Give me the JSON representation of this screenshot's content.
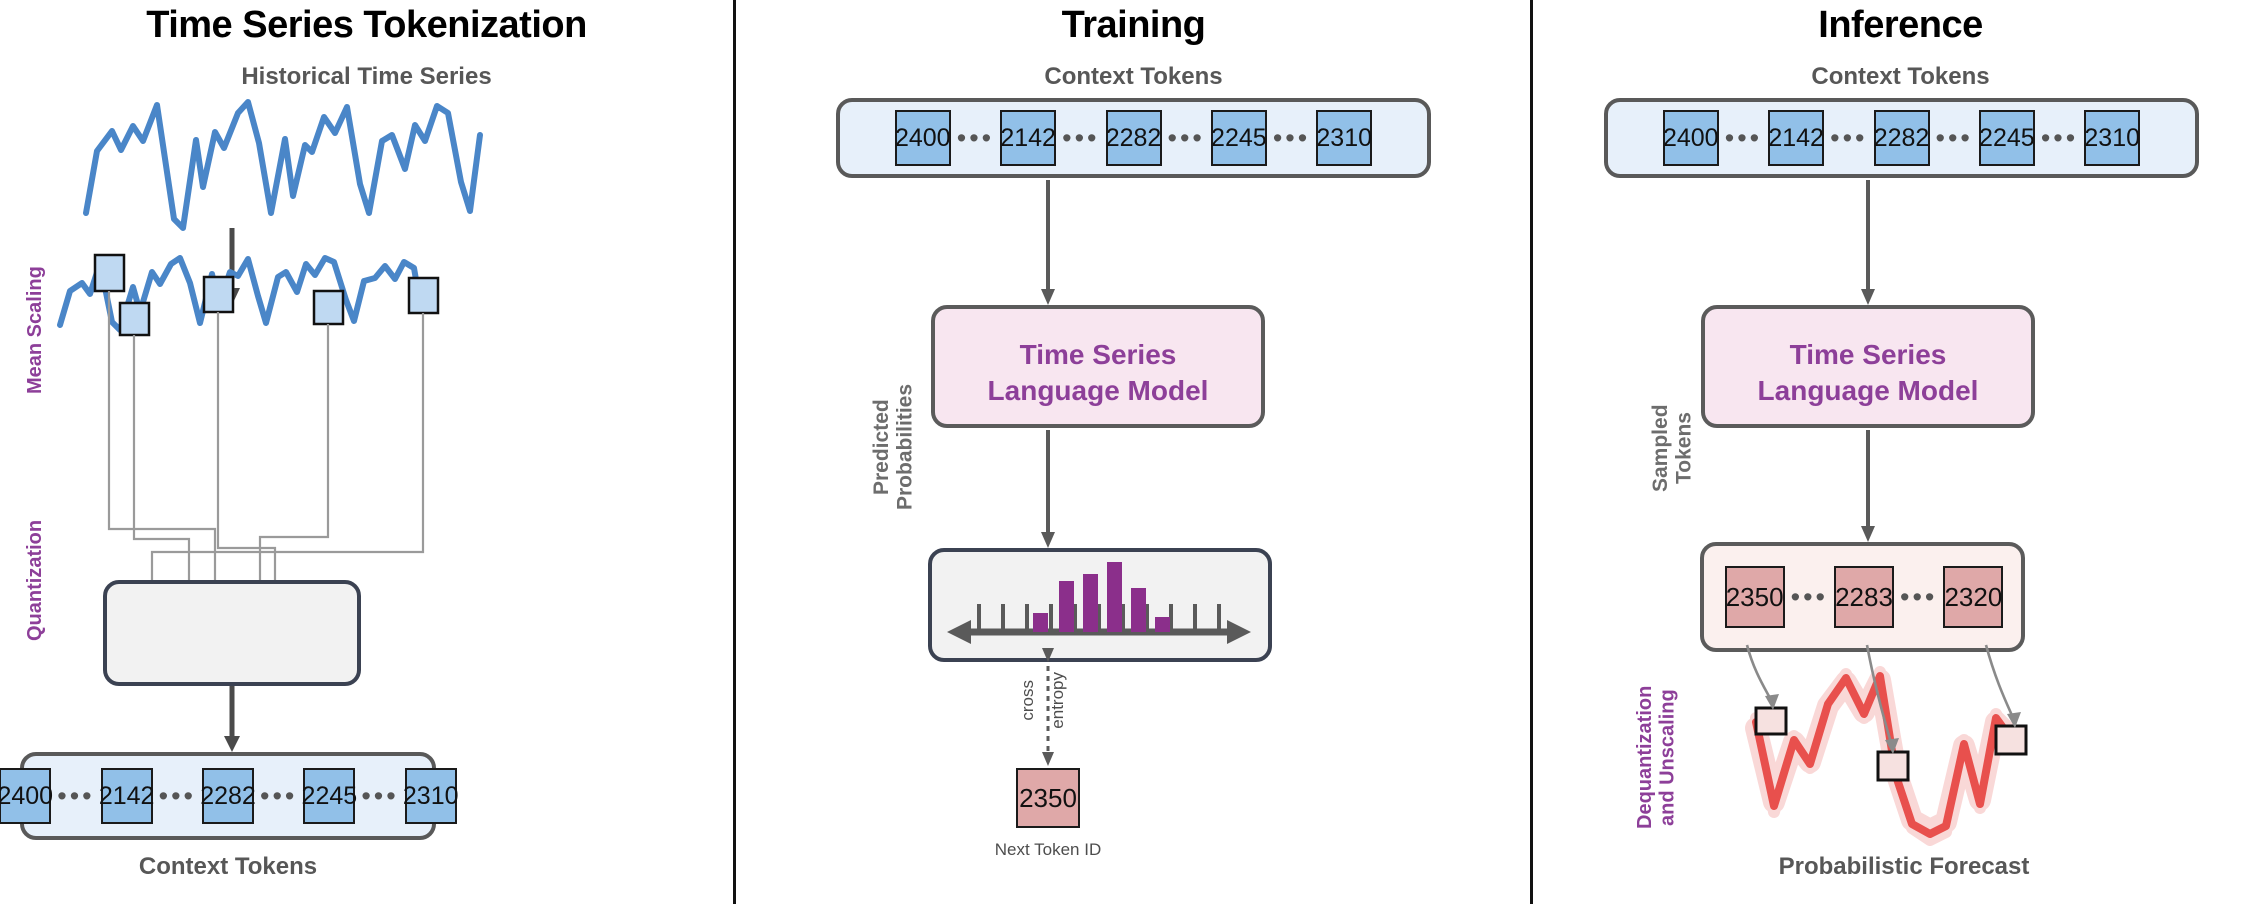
{
  "panels": [
    {
      "id": "tokenization",
      "title": "Time Series Tokenization",
      "series_label": "Historical Time Series",
      "stage_labels": {
        "mean_scaling": "Mean Scaling",
        "quantization": "Quantization"
      },
      "bottom_label": "Context Tokens",
      "tokens": [
        "2400",
        "2142",
        "2282",
        "2245",
        "2310"
      ],
      "dots": "•••"
    },
    {
      "id": "training",
      "title": "Training",
      "context_label": "Context Tokens",
      "tokens": [
        "2400",
        "2142",
        "2282",
        "2245",
        "2310"
      ],
      "dots": "•••",
      "model_text": "Time Series\nLanguage Model",
      "probabilities_label": "Predicted\nProbabilities",
      "loss_label_left": "cross",
      "loss_label_right": "entropy",
      "next_token_value": "2350",
      "next_token_caption": "Next Token ID"
    },
    {
      "id": "inference",
      "title": "Inference",
      "context_label": "Context Tokens",
      "tokens": [
        "2400",
        "2142",
        "2282",
        "2245",
        "2310"
      ],
      "dots": "•••",
      "model_text": "Time Series\nLanguage Model",
      "sampled_label": "Sampled\nTokens",
      "sampled_tokens": [
        "2350",
        "2283",
        "2320"
      ],
      "dequant_label": "Dequantization\nand Unscaling",
      "forecast_label": "Probabilistic Forecast"
    }
  ],
  "colors": {
    "token_blue": "#91c0e8",
    "container_blue": "#e7f0fa",
    "model_pink": "#f8e6f0",
    "model_text_purple": "#8d3f99",
    "stage_label_purple": "#8d3f99",
    "sampled_token_pink": "#dfa8a8",
    "series_blue": "#4a86c8",
    "forecast_red": "#e8504d",
    "histogram_purple": "#8b2f8b",
    "tick_grey": "#5a5a5a",
    "arrow_grey": "#5a5a5a",
    "caption_grey": "#575757",
    "divider_black": "#111111"
  },
  "chart_data": {
    "type": "line",
    "title": "Historical Time Series",
    "series": [
      {
        "name": "historical",
        "values": [
          12,
          45,
          62,
          52,
          72,
          58,
          84,
          18,
          8,
          60,
          28,
          64,
          52,
          75,
          86,
          55,
          10,
          64,
          22,
          56,
          48,
          78,
          66,
          85,
          30,
          10,
          58,
          62,
          36,
          70,
          58,
          84,
          80,
          30,
          12,
          64
        ]
      },
      {
        "name": "scaled",
        "values": [
          14,
          44,
          60,
          50,
          72,
          56,
          82,
          16,
          10,
          58,
          30,
          62,
          54,
          76,
          86,
          52,
          12,
          62,
          24,
          58,
          50,
          76,
          68,
          84,
          28,
          12,
          60,
          64,
          38,
          68,
          60,
          82,
          78,
          28,
          14,
          66
        ]
      }
    ],
    "grid": false,
    "legend": "none"
  },
  "histogram": {
    "type": "bar",
    "title": "Predicted Probabilities",
    "ticks": 14,
    "bars": [
      {
        "index": 3,
        "height": 0.22
      },
      {
        "index": 5,
        "height": 0.62
      },
      {
        "index": 6,
        "height": 0.74
      },
      {
        "index": 8,
        "height": 1.0
      },
      {
        "index": 9,
        "height": 0.58
      },
      {
        "index": 10,
        "height": 0.15
      }
    ]
  },
  "forecast_chart": {
    "type": "line",
    "title": "Probabilistic Forecast",
    "values": [
      62,
      14,
      46,
      36,
      66,
      80,
      66,
      86,
      40,
      22,
      0,
      0,
      60,
      18,
      66,
      56
    ],
    "band": true
  }
}
